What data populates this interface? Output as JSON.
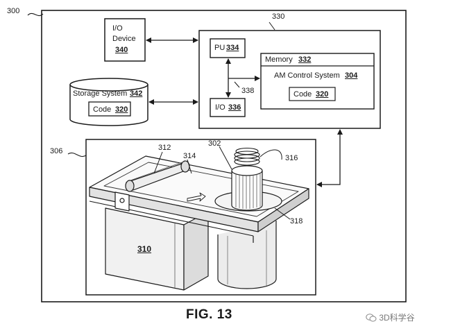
{
  "figure": {
    "ref_system": "300",
    "ref_computer": "330",
    "ref_bus": "338",
    "ref_printer": "306",
    "io_device": {
      "label_line1": "I/O",
      "label_line2": "Device",
      "ref": "340"
    },
    "storage": {
      "label": "Storage System",
      "ref": "342",
      "code_label": "Code",
      "code_ref": "320"
    },
    "pu": {
      "label": "PU",
      "ref": "334"
    },
    "io": {
      "label": "I/O",
      "ref": "336"
    },
    "memory": {
      "label": "Memory",
      "ref": "332",
      "am_label": "AM Control System",
      "am_ref": "304",
      "code_label": "Code",
      "code_ref": "320"
    },
    "printer_refs": {
      "r312": "312",
      "r314": "314",
      "r302": "302",
      "r316": "316",
      "r318": "318",
      "r310": "310"
    },
    "caption": "FIG. 13"
  },
  "watermark": "3D科学谷",
  "icons": {
    "watermark": "wechat-icon"
  }
}
